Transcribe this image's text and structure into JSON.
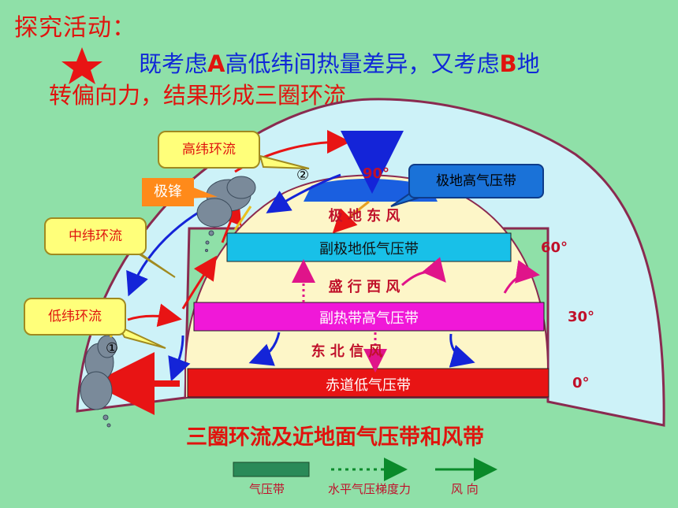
{
  "header": {
    "title": "探究活动：",
    "line1_pre": "既考虑",
    "line1_a": "A",
    "line1_mid": "高低纬间热量差异，又考虑",
    "line1_b": "B",
    "line1_post": "地",
    "line2": "转偏向力，结果形成三圈环流"
  },
  "callouts": {
    "high_lat": "高纬环流",
    "mid_lat": "中纬环流",
    "low_lat": "低纬环流",
    "polar_front": "极锋",
    "polar_high": "极地高气压带"
  },
  "markers": {
    "one": "①",
    "two": "②"
  },
  "bands": {
    "polar_easterlies": "极 地 东 风",
    "subpolar_low": "副极地低气压带",
    "westerlies": "盛 行 西 风",
    "subtropical_high": "副热带高气压带",
    "ne_trades": "东 北 信 风",
    "equatorial_low": "赤道低气压带"
  },
  "latitudes": {
    "deg90": "90°",
    "deg60": "60°",
    "deg30": "30°",
    "deg0": "0°"
  },
  "caption": "三圈环流及近地面气压带和风带",
  "legend": {
    "pressure_belt": "气压带",
    "pressure_gradient": "水平气压梯度力",
    "wind_direction": "风  向"
  },
  "colors": {
    "background": "#8fe0a8",
    "atmosphere": "#cdf2f8",
    "earth": "#fdf6c8",
    "polar_high": "#1a5fe0",
    "subpolar_low": "#18c0e8",
    "subtropical_high": "#f018d8",
    "equatorial_low": "#e81414",
    "band_text_red": "#c0102a"
  }
}
